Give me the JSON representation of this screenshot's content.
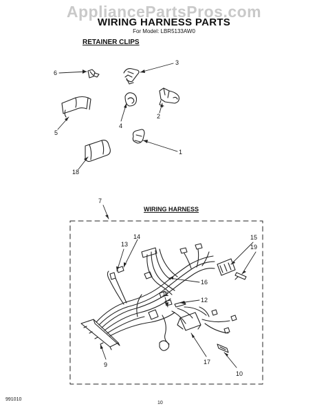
{
  "watermark": "AppliancePartsPros.com",
  "header": {
    "title": "WIRING HARNESS PARTS",
    "model_line": "For Model: LBR5133AW0"
  },
  "sections": {
    "retainer_clips": "RETAINER CLIPS",
    "wiring_harness": "WIRING HARNESS"
  },
  "callouts": {
    "c1": "1",
    "c2": "2",
    "c3": "3",
    "c4": "4",
    "c5": "5",
    "c6": "6",
    "c7": "7",
    "c9": "9",
    "c10": "10",
    "c11": "11",
    "c12": "12",
    "c13": "13",
    "c14": "14",
    "c15": "15",
    "c16": "16",
    "c17": "17",
    "c18": "18",
    "c19": "19"
  },
  "footer": {
    "code": "991010",
    "page": "10"
  }
}
